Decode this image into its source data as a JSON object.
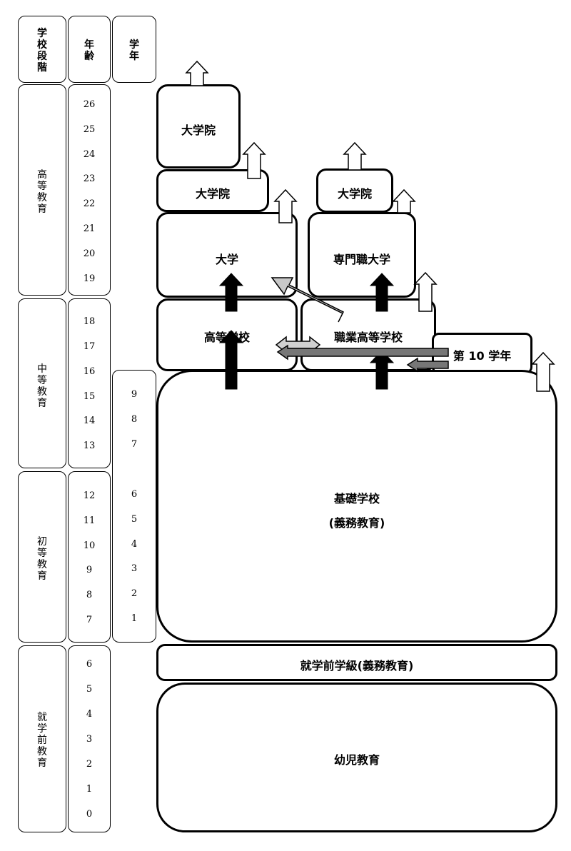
{
  "headers": {
    "school_stage": [
      "学",
      "校",
      "段",
      "階"
    ],
    "age": [
      "年",
      "齢"
    ],
    "grade": [
      "学",
      "年"
    ]
  },
  "stages": {
    "higher": [
      "高",
      "等",
      "教",
      "育"
    ],
    "secondary": [
      "中",
      "等",
      "教",
      "育"
    ],
    "primary": [
      "初",
      "等",
      "教",
      "育"
    ],
    "preschool": [
      "就",
      "学",
      "前",
      "教",
      "育"
    ]
  },
  "ages": {
    "higher": [
      "26",
      "25",
      "24",
      "23",
      "22",
      "21",
      "20",
      "19"
    ],
    "secondary": [
      "18",
      "17",
      "16",
      "15",
      "14",
      "13"
    ],
    "primary": [
      "12",
      "11",
      "10",
      "9",
      "8",
      "7"
    ],
    "preschool": [
      "6",
      "5",
      "4",
      "3",
      "2",
      "1",
      "0"
    ]
  },
  "grades": [
    "9",
    "8",
    "7",
    "6",
    "5",
    "4",
    "3",
    "2",
    "1"
  ],
  "institutions": {
    "grad_school_top": "大学院",
    "grad_school_mid": "大学院",
    "grad_school_right": "大学院",
    "university": "大学",
    "professional_university": "専門職大学",
    "high_school": "高等学校",
    "vocational_high_school": "職業高等学校",
    "grade_10": "第 10 学年",
    "basic_school": "基礎学校",
    "basic_school_sub": "(義務教育)",
    "preschool_class": "就学前学級(義務教育)",
    "early_childhood": "幼児教育"
  }
}
